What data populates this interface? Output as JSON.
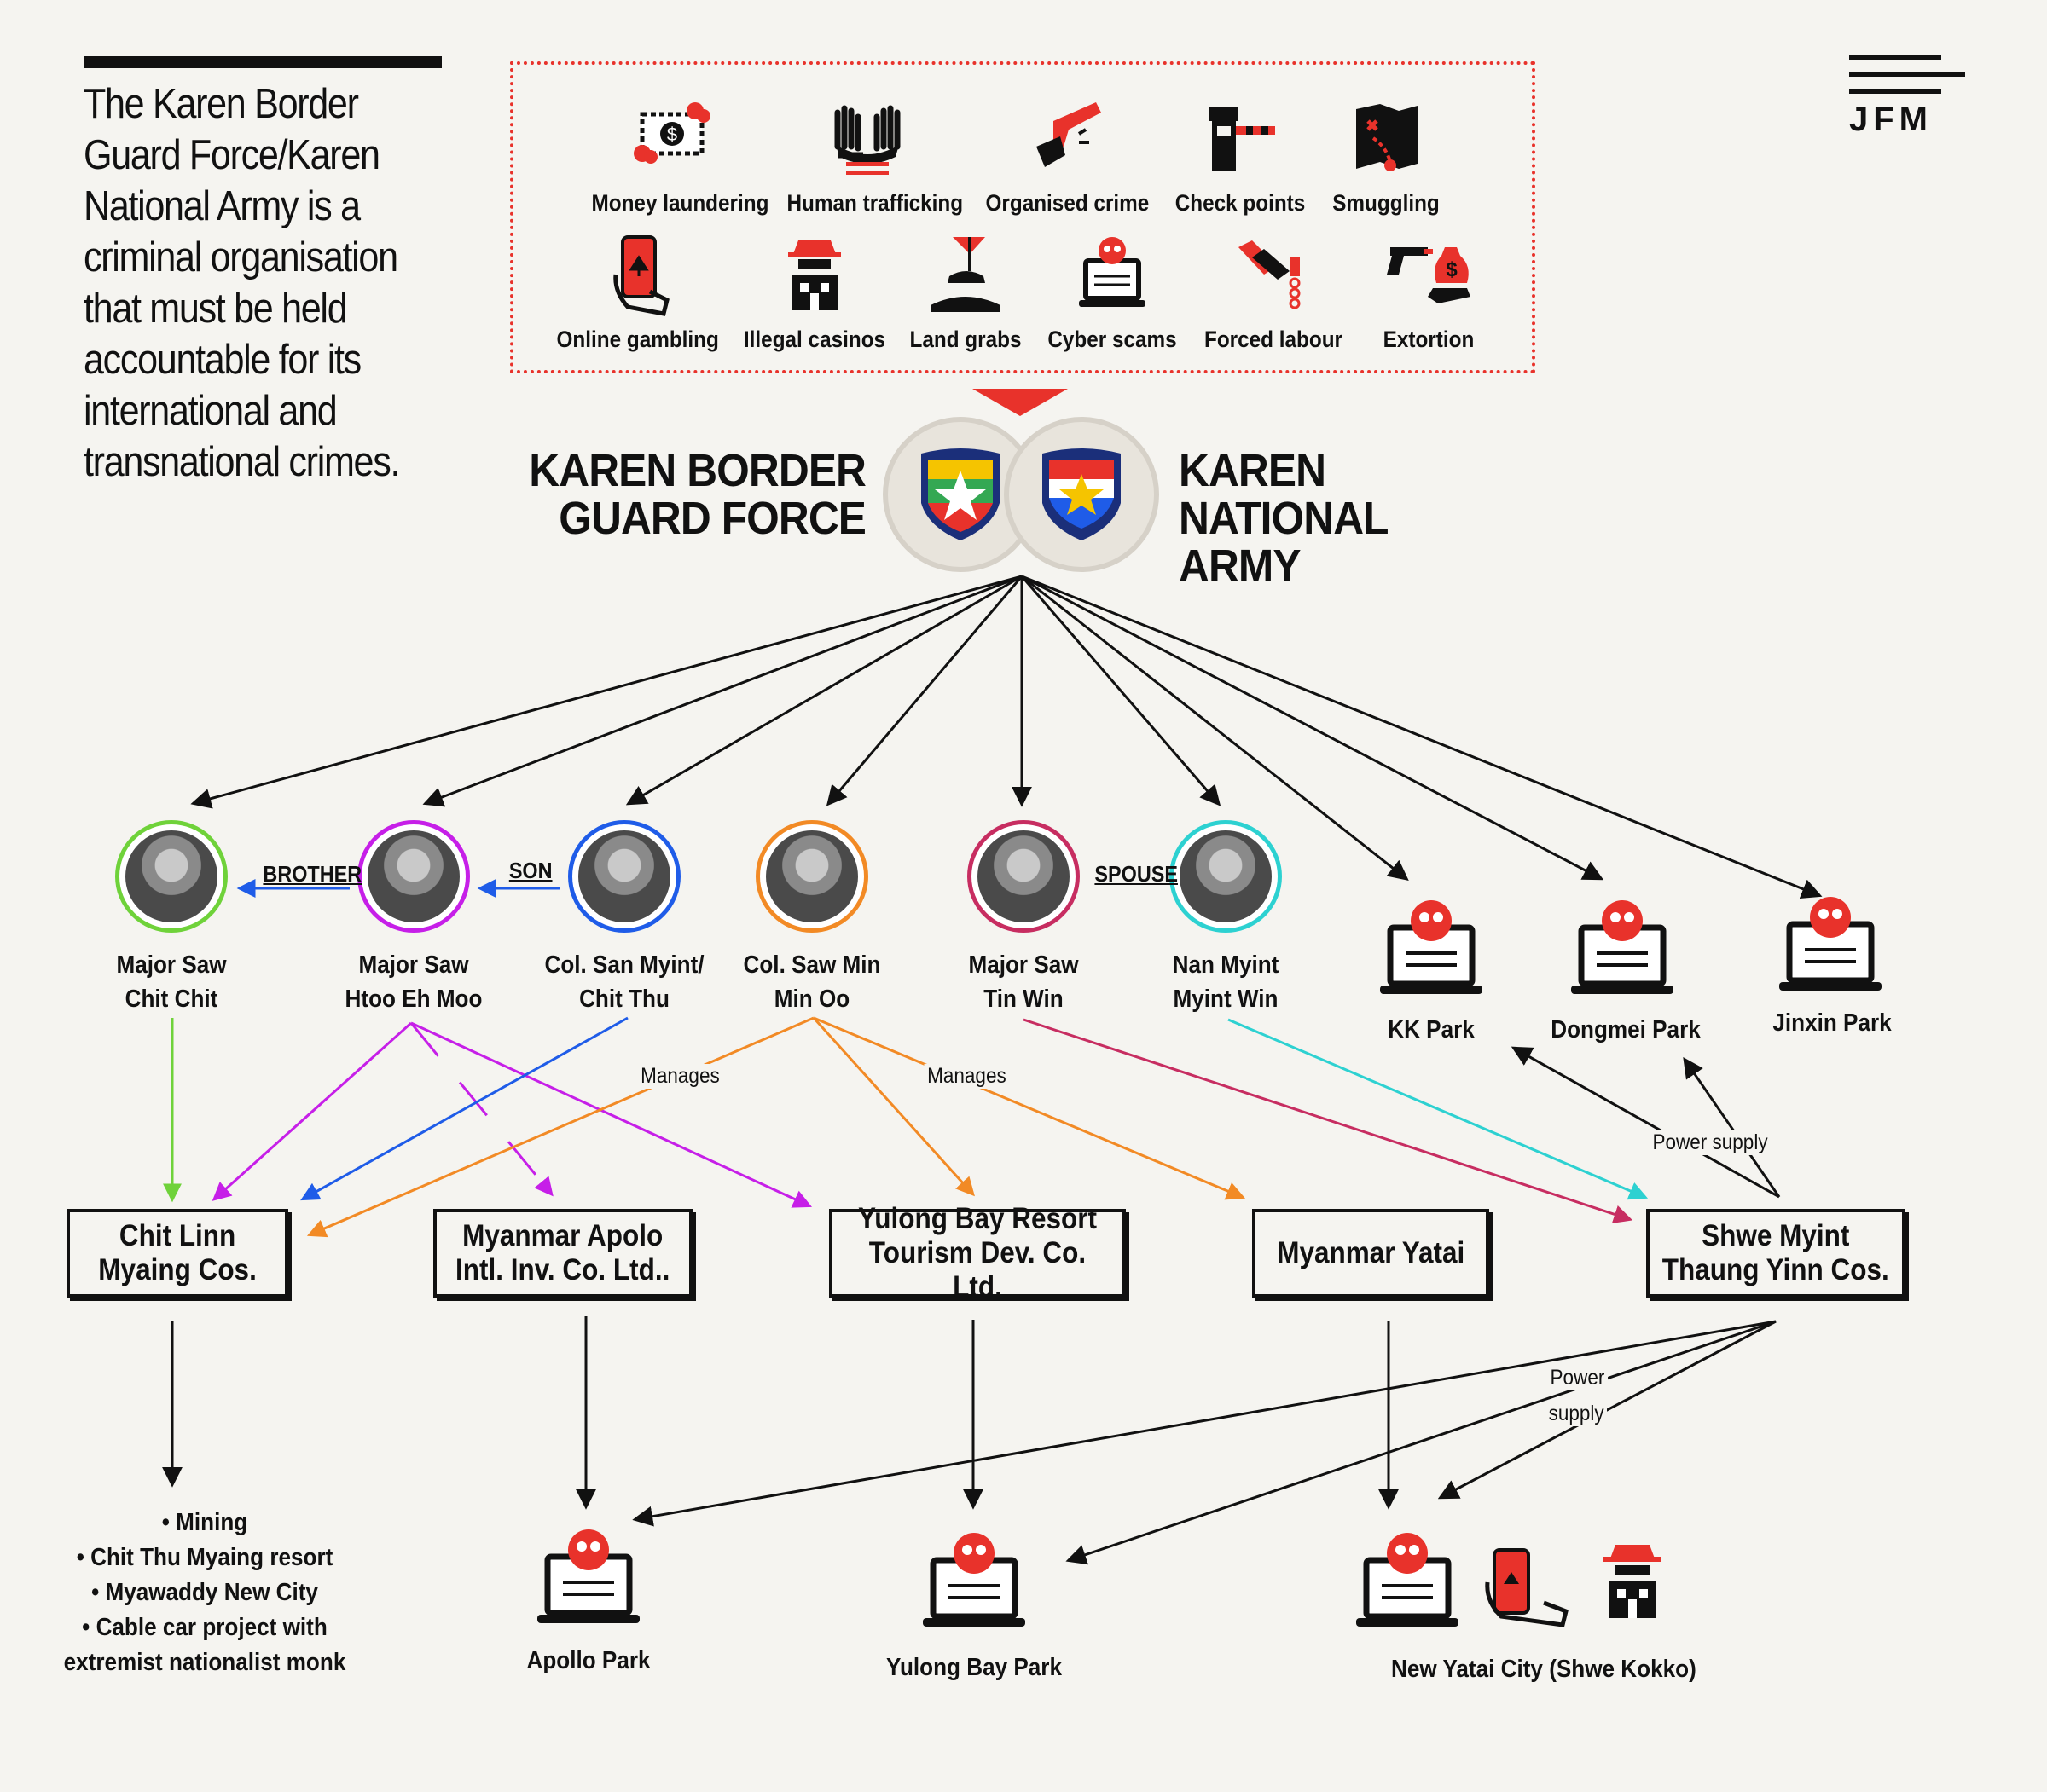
{
  "headline": "The Karen Border Guard Force/Karen National Army is a criminal organisation that must be held accountable for its international and transnational crimes.",
  "logo": "JFM",
  "crimes": [
    {
      "label": "Money laundering",
      "icon": "money-laundering-icon"
    },
    {
      "label": "Human trafficking",
      "icon": "human-trafficking-icon"
    },
    {
      "label": "Organised crime",
      "icon": "organised-crime-icon"
    },
    {
      "label": "Check points",
      "icon": "check-points-icon"
    },
    {
      "label": "Smuggling",
      "icon": "smuggling-icon"
    },
    {
      "label": "Online gambling",
      "icon": "online-gambling-icon"
    },
    {
      "label": "Illegal casinos",
      "icon": "illegal-casinos-icon"
    },
    {
      "label": "Land grabs",
      "icon": "land-grabs-icon"
    },
    {
      "label": "Cyber scams",
      "icon": "cyber-scams-icon"
    },
    {
      "label": "Forced labour",
      "icon": "forced-labour-icon"
    },
    {
      "label": "Extortion",
      "icon": "extortion-icon"
    }
  ],
  "orgs": {
    "left_line1": "KAREN BORDER",
    "left_line2": "GUARD FORCE",
    "right_line1": "KAREN NATIONAL",
    "right_line2": "ARMY"
  },
  "people": [
    {
      "line1": "Major Saw",
      "line2": "Chit Chit",
      "color": "#6fd23a"
    },
    {
      "line1": "Major Saw",
      "line2": "Htoo Eh Moo",
      "color": "#c61fe8"
    },
    {
      "line1": "Col. San Myint/",
      "line2": "Chit Thu",
      "color": "#1f5ce8"
    },
    {
      "line1": "Col. Saw Min",
      "line2": "Min Oo",
      "color": "#f28a25"
    },
    {
      "line1": "Major Saw",
      "line2": "Tin Win",
      "color": "#c72d61"
    },
    {
      "line1": "Nan Myint",
      "line2": "Myint Win",
      "color": "#2dd1d1"
    }
  ],
  "relations": {
    "brother": "BROTHER",
    "son": "SON",
    "spouse": "SPOUSE"
  },
  "top_parks": [
    "KK Park",
    "Dongmei Park",
    "Jinxin Park"
  ],
  "companies": [
    {
      "line1": "Chit Linn",
      "line2": "Myaing Cos."
    },
    {
      "line1": "Myanmar Apolo",
      "line2": "Intl. Inv. Co. Ltd.."
    },
    {
      "line1": "Yulong Bay Resort",
      "line2": "Tourism Dev. Co. Ltd."
    },
    {
      "line1": "Myanmar Yatai",
      "line2": ""
    },
    {
      "line1": "Shwe Myint",
      "line2": "Thaung Yinn Cos."
    }
  ],
  "edge_labels": {
    "manages_1": "Manages",
    "manages_2": "Manages",
    "power_supply_top": "Power supply",
    "power_1": "Power",
    "power_2": "supply"
  },
  "bullets": [
    "• Mining",
    "• Chit Thu Myaing resort",
    "• Myawaddy New City",
    "• Cable car project with",
    "extremist nationalist monk"
  ],
  "bottom_parks": [
    "Apollo Park",
    "Yulong Bay Park",
    "New Yatai City (Shwe Kokko)"
  ],
  "colors": {
    "accent": "#e8322b",
    "text": "#111111",
    "background": "#f5f4f0"
  }
}
